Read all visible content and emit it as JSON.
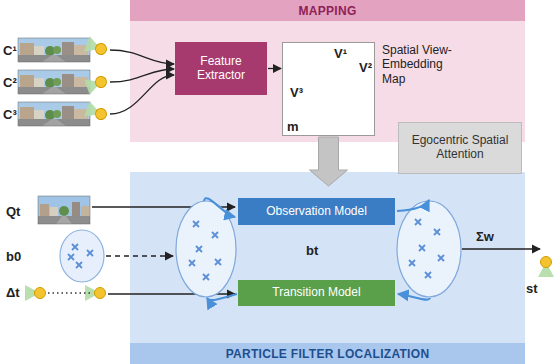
{
  "diagram": {
    "nodes": [
      {
        "text": [
          "MAPPING"
        ]
      },
      {
        "text": [
          "Feature Extractor"
        ],
        "in": 0
      },
      {
        "text": [
          "Spatial View- Embedding Map"
        ],
        "in": 0
      },
      {
        "text": [
          "Egocentric Spatial Attention"
        ]
      },
      {
        "text": [
          "PARTICLE FILTER LOCALIZATION"
        ]
      },
      {
        "text": [
          "Observation Model"
        ],
        "in": 4
      },
      {
        "text": [
          "Transition Model"
        ],
        "in": 4
      }
    ],
    "edges": [
      {
        "from": 1,
        "to": 2,
        "arrow": "to"
      },
      {
        "from": 2,
        "to": 4,
        "arrow": "to"
      }
    ],
    "labels": [
      "C¹",
      "C²",
      "C³",
      "V¹",
      "V²",
      "V³",
      "m",
      "Qt",
      "b0",
      "Δt",
      "bt",
      "Σw",
      "st"
    ]
  }
}
